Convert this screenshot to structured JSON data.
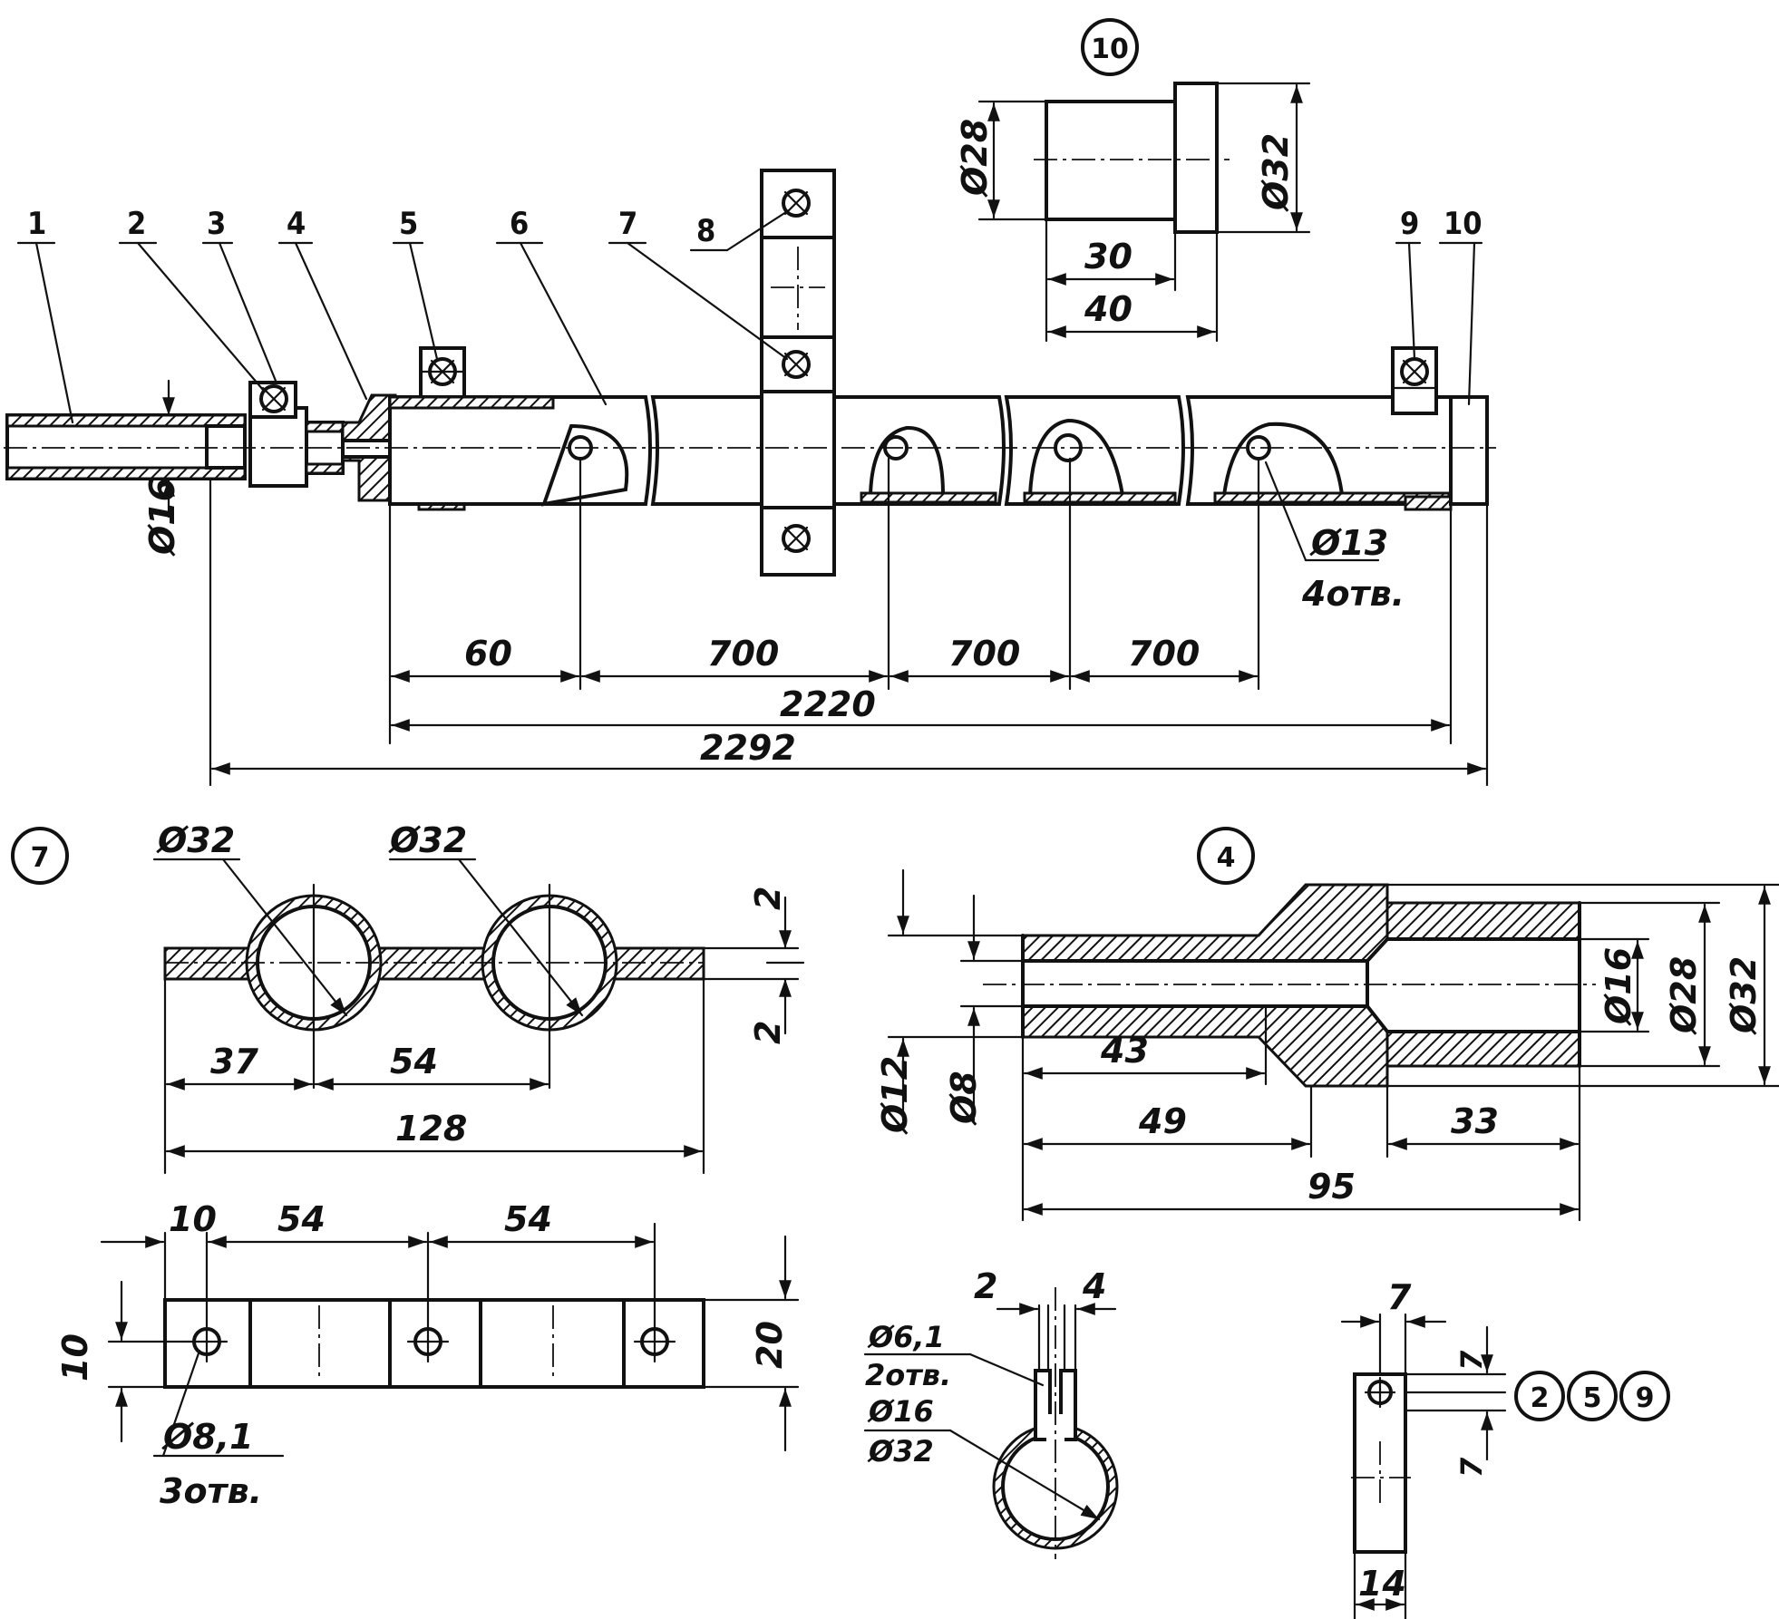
{
  "part_labels": [
    "1",
    "2",
    "3",
    "4",
    "5",
    "6",
    "7",
    "8",
    "9",
    "10"
  ],
  "main": {
    "dim_d16": "Ø16",
    "dim_60": "60",
    "dim_700a": "700",
    "dim_700b": "700",
    "dim_700c": "700",
    "dim_2220": "2220",
    "dim_2292": "2292",
    "hole_d13": "Ø13",
    "hole_count": "4отв."
  },
  "detail10": {
    "marker": "10",
    "d28": "Ø28",
    "d32": "Ø32",
    "l30": "30",
    "l40": "40"
  },
  "detail7": {
    "marker": "7",
    "d32a": "Ø32",
    "d32b": "Ø32",
    "t2a": "2",
    "t2b": "2",
    "l37": "37",
    "l54": "54",
    "l128": "128",
    "top10": "10",
    "top54a": "54",
    "top54b": "54",
    "h10": "10",
    "h20": "20",
    "hole_d": "Ø8,1",
    "hole_count": "3отв."
  },
  "detail4": {
    "marker": "4",
    "d12": "Ø12",
    "d8": "Ø8",
    "d16": "Ø16",
    "d28": "Ø28",
    "d32": "Ø32",
    "l43": "43",
    "l49": "49",
    "l33": "33",
    "l95": "95"
  },
  "clamp": {
    "w2": "2",
    "w4": "4",
    "hole_d": "Ø6,1",
    "hole_count": "2отв.",
    "d16": "Ø16",
    "d32": "Ø32"
  },
  "detail259": {
    "w7": "7",
    "h7a": "7",
    "h7b": "7",
    "w14": "14",
    "markers": [
      "2",
      "5",
      "9"
    ]
  }
}
